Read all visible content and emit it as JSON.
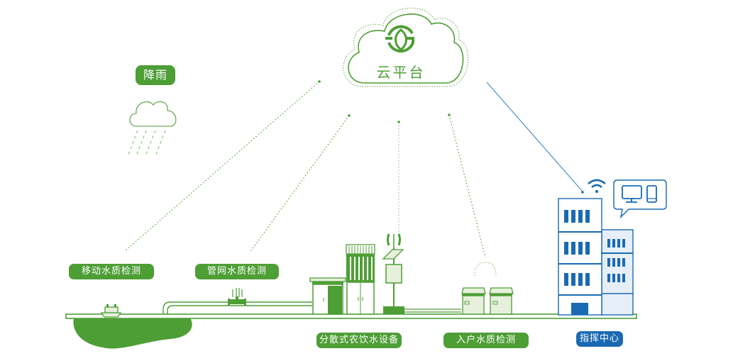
{
  "colors": {
    "green": "#4e9e36",
    "light_green": "#e6f0dc",
    "blue": "#1a6ab3",
    "light_blue": "#e6eff8",
    "white": "#ffffff"
  },
  "cloud_platform": {
    "title": "云平台",
    "icon": "leaf-logo-icon"
  },
  "rain": {
    "label": "降雨",
    "icon": "rain-cloud-icon"
  },
  "nodes": [
    {
      "id": "mobile",
      "label": "移动水质检测",
      "icon": "boat-icon"
    },
    {
      "id": "pipe",
      "label": "管网水质检测",
      "icon": "pipe-sensor-icon"
    },
    {
      "id": "rural",
      "label": "分散式农饮水设备",
      "icon": "water-station-icon"
    },
    {
      "id": "household",
      "label": "入户水质检测",
      "icon": "household-tank-icon"
    },
    {
      "id": "command",
      "label": "指挥中心",
      "icon": "building-icon"
    }
  ],
  "command_center": {
    "wifi_icon": "wifi-icon",
    "devices_icon": "monitor-phone-icon"
  }
}
